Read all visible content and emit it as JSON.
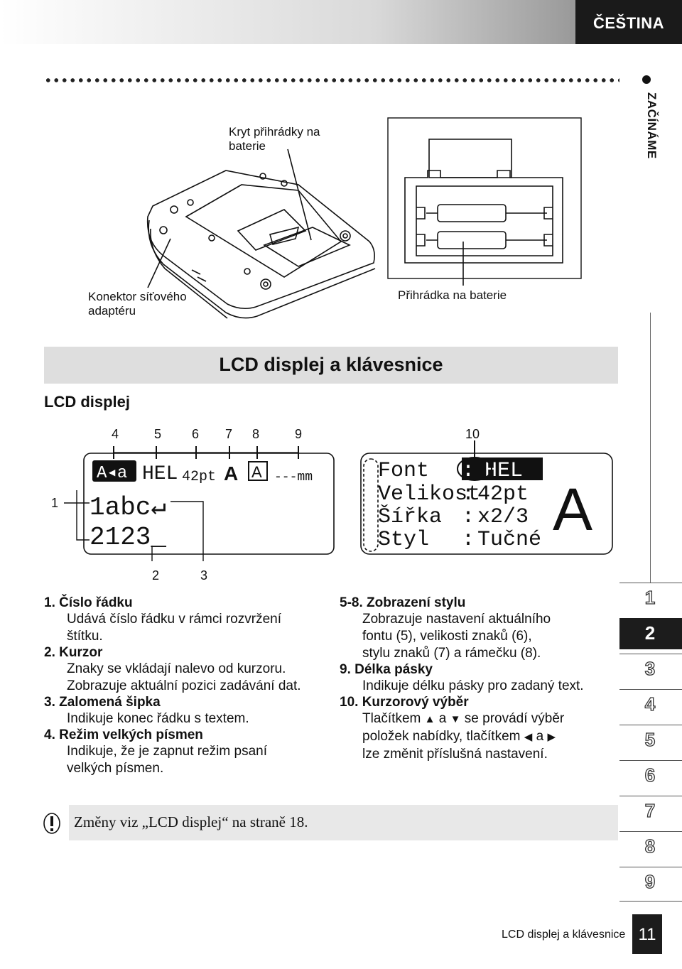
{
  "header": {
    "language": "ČEŠTINA"
  },
  "side": {
    "chapter": "ZAČÍNÁME"
  },
  "figure1": {
    "label_cover": "Kryt přihrádky na baterie",
    "label_adapter": "Konektor síťového adaptéru",
    "label_compartment": "Přihrádka na baterie"
  },
  "section": {
    "title": "LCD displej a klávesnice",
    "subtitle": "LCD displej"
  },
  "lcd": {
    "callout_numbers": [
      "1",
      "2",
      "3",
      "4",
      "5",
      "6",
      "7",
      "8",
      "9",
      "10"
    ],
    "left_display": {
      "mode": "A◂a",
      "font": "HEL",
      "size": "42pt",
      "frame": "A",
      "length": "---mm",
      "line1": "1abc↵",
      "line2": "2123_"
    },
    "right_display": {
      "rows": [
        {
          "key": "Font",
          "value": "HEL"
        },
        {
          "key": "Velikost",
          "value": "42pt"
        },
        {
          "key": "Šířka",
          "value": "x2/3"
        },
        {
          "key": "Styl",
          "value": "Tučné"
        }
      ],
      "preview": "A"
    }
  },
  "items_left": [
    {
      "head": "1. Číslo řádku",
      "text": [
        "Udává číslo řádku v rámci rozvržení",
        "štítku."
      ]
    },
    {
      "head": "2. Kurzor",
      "text": [
        "Znaky se vkládají nalevo od kurzoru.",
        "Zobrazuje aktuální pozici zadávání dat."
      ]
    },
    {
      "head": "3. Zalomená šipka",
      "text": [
        "Indikuje konec řádku s textem."
      ]
    },
    {
      "head": "4. Režim velkých písmen",
      "text": [
        "Indikuje, že je zapnut režim psaní",
        "velkých písmen."
      ]
    }
  ],
  "items_right": [
    {
      "head": "5-8. Zobrazení stylu",
      "text": [
        "Zobrazuje nastavení aktuálního",
        "fontu (5), velikosti znaků (6),",
        "stylu znaků (7) a rámečku (8)."
      ]
    },
    {
      "head": "9. Délka pásky",
      "text": [
        "Indikuje délku pásky pro zadaný text."
      ]
    },
    {
      "head": "10. Kurzorový výběr",
      "text_parts": [
        "Tlačítkem",
        "a",
        "se provádí výběr",
        "položek nabídky, tlačítkem",
        "a",
        "lze změnit příslušná nastavení."
      ]
    }
  ],
  "note": {
    "text": "Změny viz „LCD displej“ na straně 18."
  },
  "tabs": [
    "1",
    "2",
    "3",
    "4",
    "5",
    "6",
    "7",
    "8",
    "9"
  ],
  "active_tab": "2",
  "footer": {
    "text": "LCD displej a klávesnice",
    "page": "11"
  }
}
